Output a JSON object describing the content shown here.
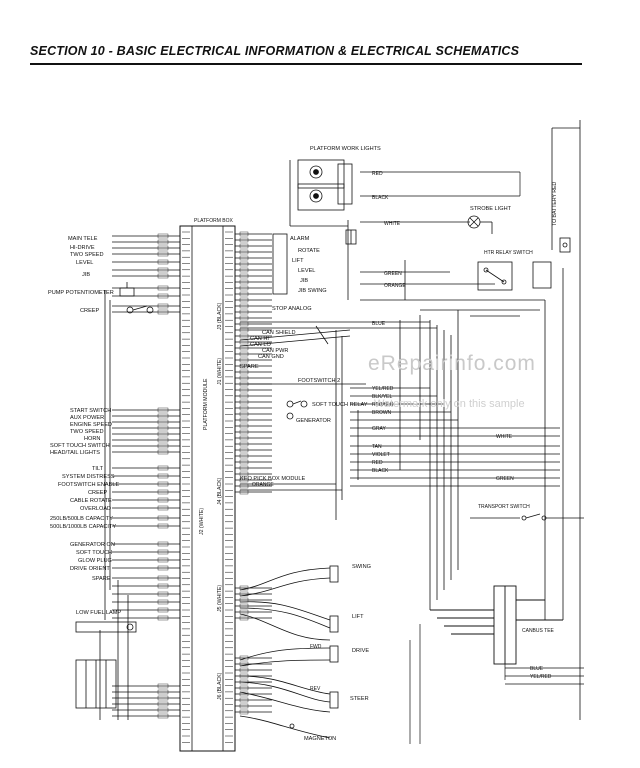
{
  "header": {
    "title": "SECTION 10 - BASIC ELECTRICAL INFORMATION & ELECTRICAL SCHEMATICS"
  },
  "watermark": {
    "main": "eRepairinfo.com",
    "sub": "Watermark only on this sample"
  },
  "diagram": {
    "platform_box": "PLATFORM BOX",
    "platform_module": "PLATFORM MODULE",
    "connectors": [
      "J1 (WHITE)",
      "J2 (WHITE)",
      "J3 (BLACK)",
      "J4 (BLACK)",
      "J5 (WHITE)",
      "J6 (BLACK)"
    ],
    "left_functions": [
      "MAIN TELE",
      "HI-DRIVE",
      "TWO SPEED",
      "LEVEL",
      "JIB",
      "PUMP POTENTIOMETER",
      "CREEP",
      "START SWITCH",
      "AUX POWER",
      "ENGINE SPEED",
      "TWO SPEED",
      "HORN",
      "SOFT TOUCH SWITCH",
      "HEAD/TAIL LIGHTS",
      "TILT",
      "SYSTEM DISTRESS",
      "FOOTSWITCH ENABLE",
      "CREEP",
      "CABLE ROTATE",
      "OVERLOAD",
      "250LB/500LB CAPACITY",
      "500LB/1000LB CAPACITY",
      "GENERATOR ON",
      "SOFT TOUCH",
      "GLOW PLUG",
      "DRIVE ORIENT",
      "SPARE"
    ],
    "right_labels": [
      "ALARM",
      "ROTATE",
      "LIFT",
      "LEVEL",
      "JIB",
      "JIB SWING",
      "STOP ANALOG",
      "CAN HI",
      "CAN LO",
      "CAN SHIELD",
      "CAN PWR",
      "CAN GND",
      "SPARE",
      "FOOTSWITCH 2",
      "SOFT TOUCH RELAY",
      "GENERATOR",
      "KEO PICK BOX MODULE",
      "SWING",
      "DRIVE",
      "STEER",
      "FWD",
      "REV",
      "MAGNETON"
    ],
    "top_right": [
      "PLATFORM WORK LIGHTS",
      "STROBE LIGHT",
      "TO BATTERY RED",
      "HTR RELAY SWITCH"
    ],
    "bottom": [
      "LOW FUEL LAMP",
      "CANBUS TEE",
      "TRANSPORT SWITCH"
    ],
    "wire_codes": [
      "RED",
      "BLACK",
      "WHITE",
      "GREEN",
      "ORANGE",
      "BLUE",
      "YEL/RED",
      "BLK/YEL",
      "RED/BLK",
      "BROWN",
      "GRAY",
      "TAN",
      "VIOLET"
    ]
  },
  "colors": {
    "ink": "#111111",
    "watermark": "#c9c9c9"
  }
}
